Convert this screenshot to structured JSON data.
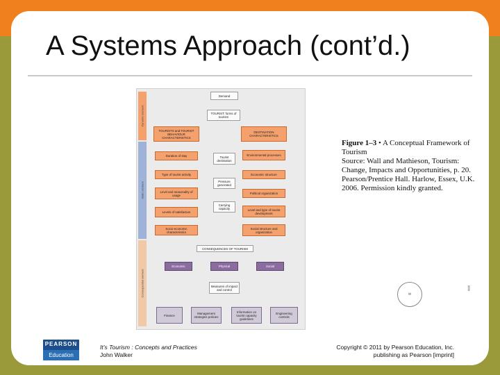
{
  "slide": {
    "title": "A Systems Approach (cont’d.)"
  },
  "figure": {
    "strips": [
      "Dynamic element",
      "Static element",
      "Consequential element"
    ],
    "top_boxes": [
      "Demand",
      "TOURIST: forms of tourism"
    ],
    "left_header": "TOURISTS and TOURIST BEHAVIOUR CHARACTERISTICS",
    "right_header": "DESTINATION CHARACTERISTICS",
    "left_items": [
      "Duration of stay",
      "Type of tourist activity",
      "Level and seasonality of usage",
      "Levels of satisfaction",
      "Socio-economic characteristics"
    ],
    "center_items": [
      "Tourist destination",
      "Pressure generated",
      "Carrying capacity"
    ],
    "right_items": [
      "Environmental processes",
      "Economic structure",
      "Political organization",
      "Level and type of tourist development",
      "Social structure and organization"
    ],
    "consequences": "CONSEQUENCES OF TOURISM",
    "impacts": [
      "Economic",
      "Physical",
      "Social"
    ],
    "measures": "Measures of impact and control",
    "controls": [
      "Finance",
      "Management strategies policies",
      "Information on tourist capacity guidelines",
      "Engineering controls"
    ]
  },
  "caption": {
    "label": "Figure 1–3",
    "text": " • A Conceptual Framework of Tourism",
    "source": "Source: Wall and Mathieson, Tourism: Change, Impacts and Opportunities, p. 20. Pearson/Prentice Hall. Harlow, Essex, U.K. 2006. Permission kindly granted."
  },
  "logo": {
    "top": "PEARSON",
    "bottom": "Education"
  },
  "footer": {
    "book": "It’s Tourism : Concepts and Practices",
    "author": "John Walker",
    "copyright": "Copyright © 2011 by Pearson Education, Inc.",
    "imprint": "publishing as Pearson [imprint]"
  }
}
